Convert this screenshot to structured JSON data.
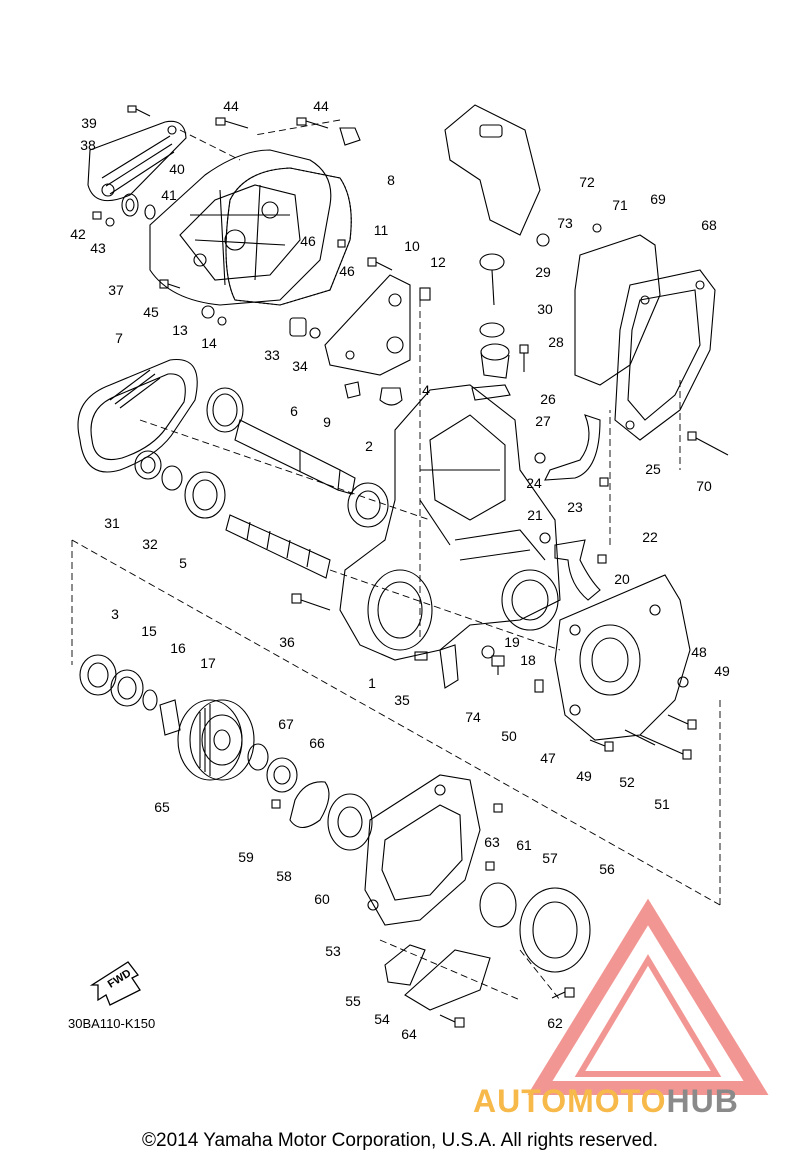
{
  "callouts": [
    {
      "n": "1"
    },
    {
      "n": "2"
    },
    {
      "n": "3"
    },
    {
      "n": "4"
    },
    {
      "n": "5"
    },
    {
      "n": "6"
    },
    {
      "n": "7"
    },
    {
      "n": "8"
    },
    {
      "n": "9"
    },
    {
      "n": "10"
    },
    {
      "n": "11"
    },
    {
      "n": "12"
    },
    {
      "n": "13"
    },
    {
      "n": "14"
    },
    {
      "n": "15"
    },
    {
      "n": "16"
    },
    {
      "n": "17"
    },
    {
      "n": "18"
    },
    {
      "n": "19"
    },
    {
      "n": "20"
    },
    {
      "n": "21"
    },
    {
      "n": "22"
    },
    {
      "n": "23"
    },
    {
      "n": "24"
    },
    {
      "n": "25"
    },
    {
      "n": "26"
    },
    {
      "n": "27"
    },
    {
      "n": "28"
    },
    {
      "n": "29"
    },
    {
      "n": "30"
    },
    {
      "n": "31"
    },
    {
      "n": "32"
    },
    {
      "n": "33"
    },
    {
      "n": "34"
    },
    {
      "n": "35"
    },
    {
      "n": "36"
    },
    {
      "n": "37"
    },
    {
      "n": "38"
    },
    {
      "n": "39"
    },
    {
      "n": "40"
    },
    {
      "n": "41"
    },
    {
      "n": "42"
    },
    {
      "n": "43"
    },
    {
      "n": "44"
    },
    {
      "n": "44"
    },
    {
      "n": "45"
    },
    {
      "n": "46"
    },
    {
      "n": "46"
    },
    {
      "n": "47"
    },
    {
      "n": "48"
    },
    {
      "n": "49"
    },
    {
      "n": "49"
    },
    {
      "n": "50"
    },
    {
      "n": "51"
    },
    {
      "n": "52"
    },
    {
      "n": "53"
    },
    {
      "n": "54"
    },
    {
      "n": "55"
    },
    {
      "n": "56"
    },
    {
      "n": "57"
    },
    {
      "n": "58"
    },
    {
      "n": "59"
    },
    {
      "n": "60"
    },
    {
      "n": "61"
    },
    {
      "n": "62"
    },
    {
      "n": "63"
    },
    {
      "n": "64"
    },
    {
      "n": "65"
    },
    {
      "n": "66"
    },
    {
      "n": "67"
    },
    {
      "n": "68"
    },
    {
      "n": "69"
    },
    {
      "n": "70"
    },
    {
      "n": "71"
    },
    {
      "n": "72"
    },
    {
      "n": "73"
    },
    {
      "n": "74"
    }
  ],
  "diagram_code": "30BA110-K150",
  "fwd_label": "FWD",
  "copyright": "©2014 Yamaha Motor Corporation, U.S.A. All rights reserved.",
  "watermark": {
    "part1": "AUTO",
    "part2": "MOTO",
    "part3": "HUB"
  },
  "colors": {
    "watermark_red": "#e8413c",
    "watermark_orange": "#f6b94a",
    "watermark_gray": "#8a8a8a"
  }
}
